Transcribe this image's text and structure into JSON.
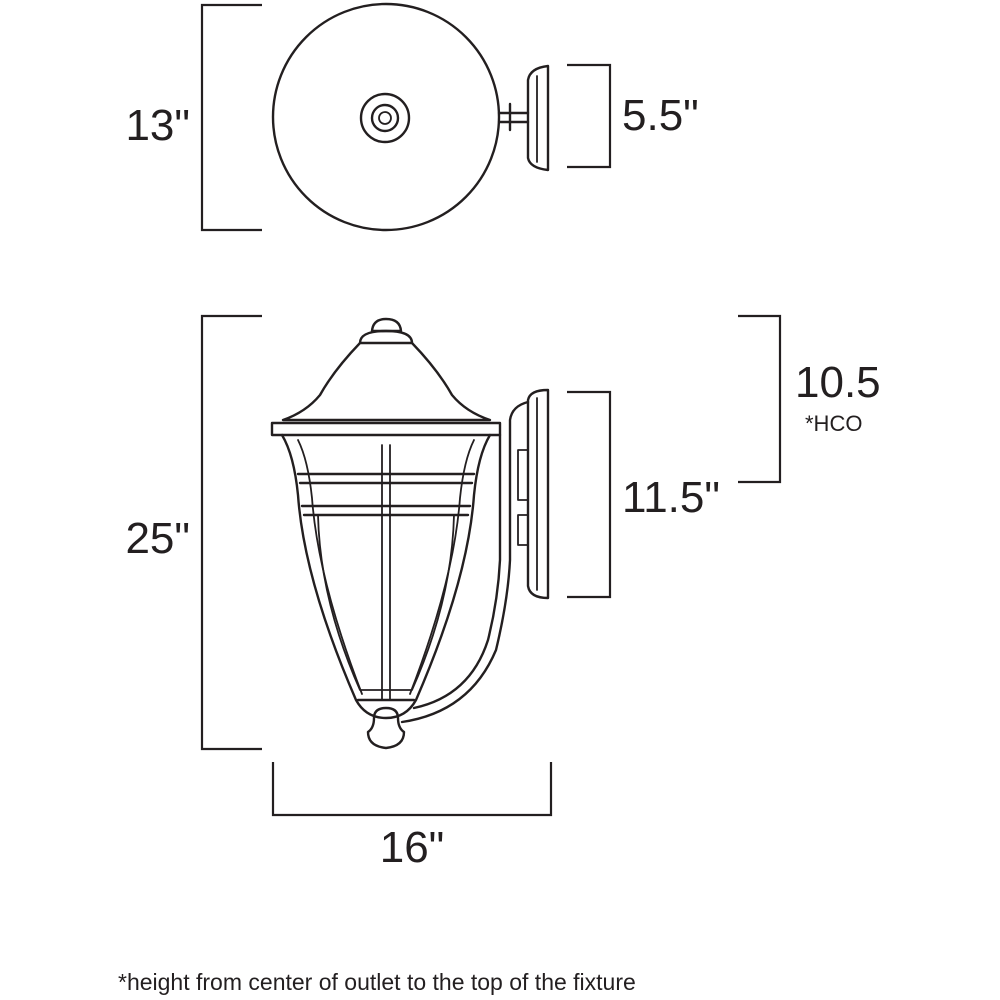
{
  "top_view": {
    "depth_label": "13\"",
    "backplate_label": "5.5\""
  },
  "side_view": {
    "height_label": "25\"",
    "hco_value": "10.5",
    "hco_label": "*HCO",
    "backplate_height_label": "11.5\"",
    "width_label": "16\""
  },
  "footnote": "*height from center of outlet to the top of the fixture",
  "colors": {
    "line": "#231f20",
    "background": "#ffffff"
  }
}
